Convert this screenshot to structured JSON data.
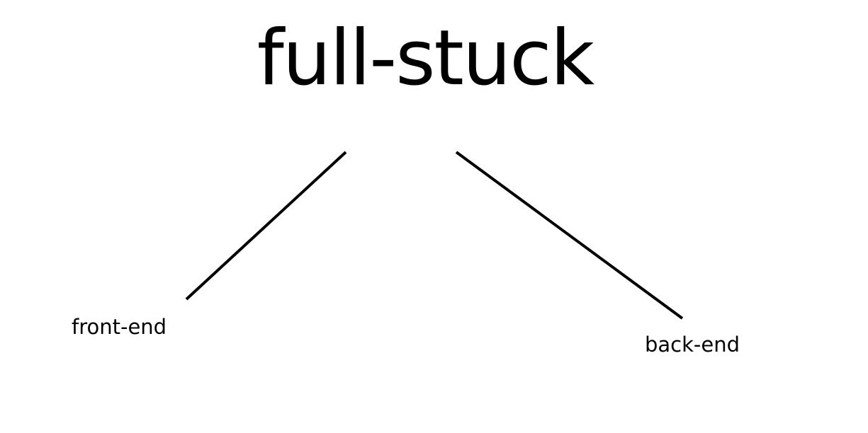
{
  "diagram": {
    "title": "full-stuck",
    "branches": [
      {
        "label": "front-end"
      },
      {
        "label": "back-end"
      }
    ]
  },
  "colors": {
    "background": "#ffffff",
    "ink": "#000000"
  }
}
